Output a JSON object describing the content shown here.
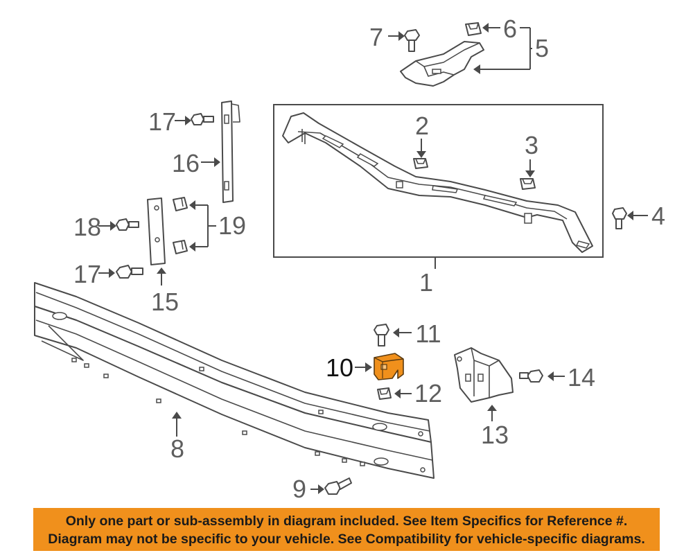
{
  "diagram": {
    "callouts": [
      {
        "id": "c1",
        "text": "1"
      },
      {
        "id": "c2",
        "text": "2"
      },
      {
        "id": "c3",
        "text": "3"
      },
      {
        "id": "c4",
        "text": "4"
      },
      {
        "id": "c5",
        "text": "5"
      },
      {
        "id": "c6",
        "text": "6"
      },
      {
        "id": "c7",
        "text": "7"
      },
      {
        "id": "c8",
        "text": "8"
      },
      {
        "id": "c9",
        "text": "9"
      },
      {
        "id": "c10",
        "text": "10"
      },
      {
        "id": "c11",
        "text": "11"
      },
      {
        "id": "c12",
        "text": "12"
      },
      {
        "id": "c13",
        "text": "13"
      },
      {
        "id": "c14",
        "text": "14"
      },
      {
        "id": "c15",
        "text": "15"
      },
      {
        "id": "c16",
        "text": "16"
      },
      {
        "id": "c17a",
        "text": "17"
      },
      {
        "id": "c17b",
        "text": "17"
      },
      {
        "id": "c18",
        "text": "18"
      },
      {
        "id": "c19",
        "text": "19"
      }
    ],
    "highlighted_part": "10",
    "highlight_color": "#f0901c",
    "line_color": "#4a4a4a",
    "label_color": "#5e5e5e"
  },
  "banner": {
    "line1": "Only one part or sub-assembly in diagram included. See Item Specifics for Reference #.",
    "line2": "Diagram may not be specific to your vehicle. See Compatibility for vehicle-specific diagrams.",
    "background": "#f0901c"
  }
}
